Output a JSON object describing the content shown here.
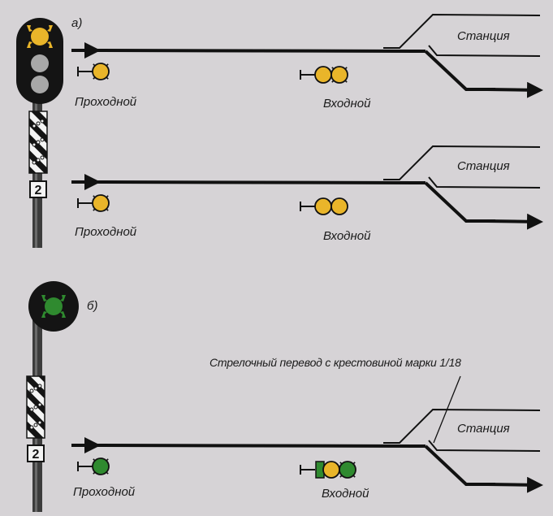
{
  "colors": {
    "background": "#d6d3d6",
    "track": "#111111",
    "yellow_light": "#e9b52a",
    "green_light": "#2f8a2f",
    "off_light": "#a8a8a8",
    "signal_head": "#141414",
    "mast": "#3c3c3c"
  },
  "sections": [
    {
      "id": "a",
      "label": "а)",
      "mast_signal": {
        "lights": [
          "yellow-flashing",
          "off",
          "off"
        ],
        "plate_number": "2"
      },
      "diagrams": [
        {
          "station_label": "Станция",
          "block_signal": {
            "label": "Проходной",
            "lights": [
              "yellow-flashing"
            ]
          },
          "entry_signal": {
            "label": "Входной",
            "lights": [
              "yellow",
              "yellow-flashing"
            ]
          }
        },
        {
          "station_label": "Станция",
          "block_signal": {
            "label": "Проходной",
            "lights": [
              "yellow-flashing"
            ]
          },
          "entry_signal": {
            "label": "Входной",
            "lights": [
              "yellow",
              "yellow"
            ]
          }
        }
      ]
    },
    {
      "id": "b",
      "label": "б)",
      "mast_signal": {
        "lights": [
          "green-flashing"
        ],
        "plate_number": "2"
      },
      "diagrams": [
        {
          "station_label": "Станция",
          "switch_note": "Стрелочный перевод с крестовиной марки 1/18",
          "block_signal": {
            "label": "Проходной",
            "lights": [
              "green-flashing"
            ]
          },
          "entry_signal": {
            "label": "Входной",
            "lights": [
              "green-strip",
              "yellow",
              "green-flashing"
            ]
          }
        }
      ]
    }
  ]
}
